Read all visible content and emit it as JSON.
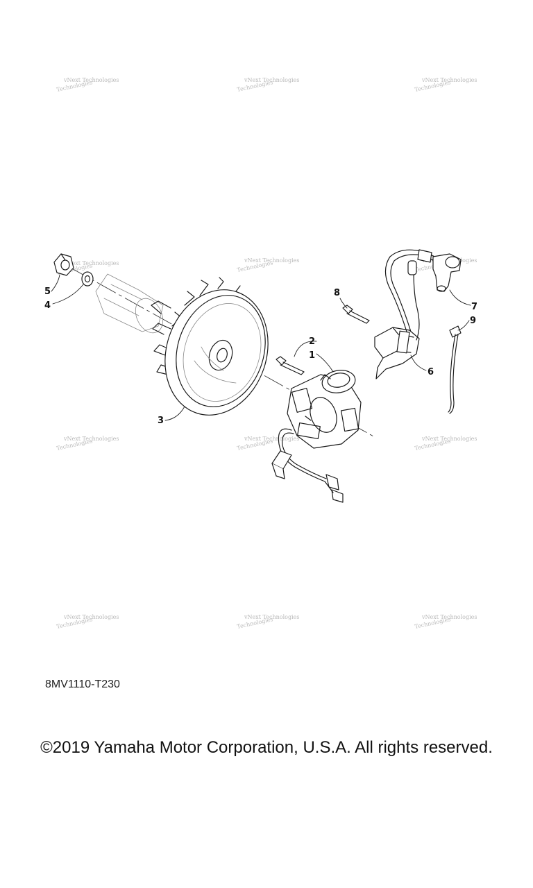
{
  "watermark": {
    "line1": "vNext Technologies",
    "line2": "Technologies"
  },
  "callouts": [
    "1",
    "2",
    "3",
    "4",
    "5",
    "6",
    "7",
    "8",
    "9"
  ],
  "diagram_code": "8MV1110-T230",
  "copyright": "©2019 Yamaha Motor Corporation, U.S.A. All rights reserved."
}
